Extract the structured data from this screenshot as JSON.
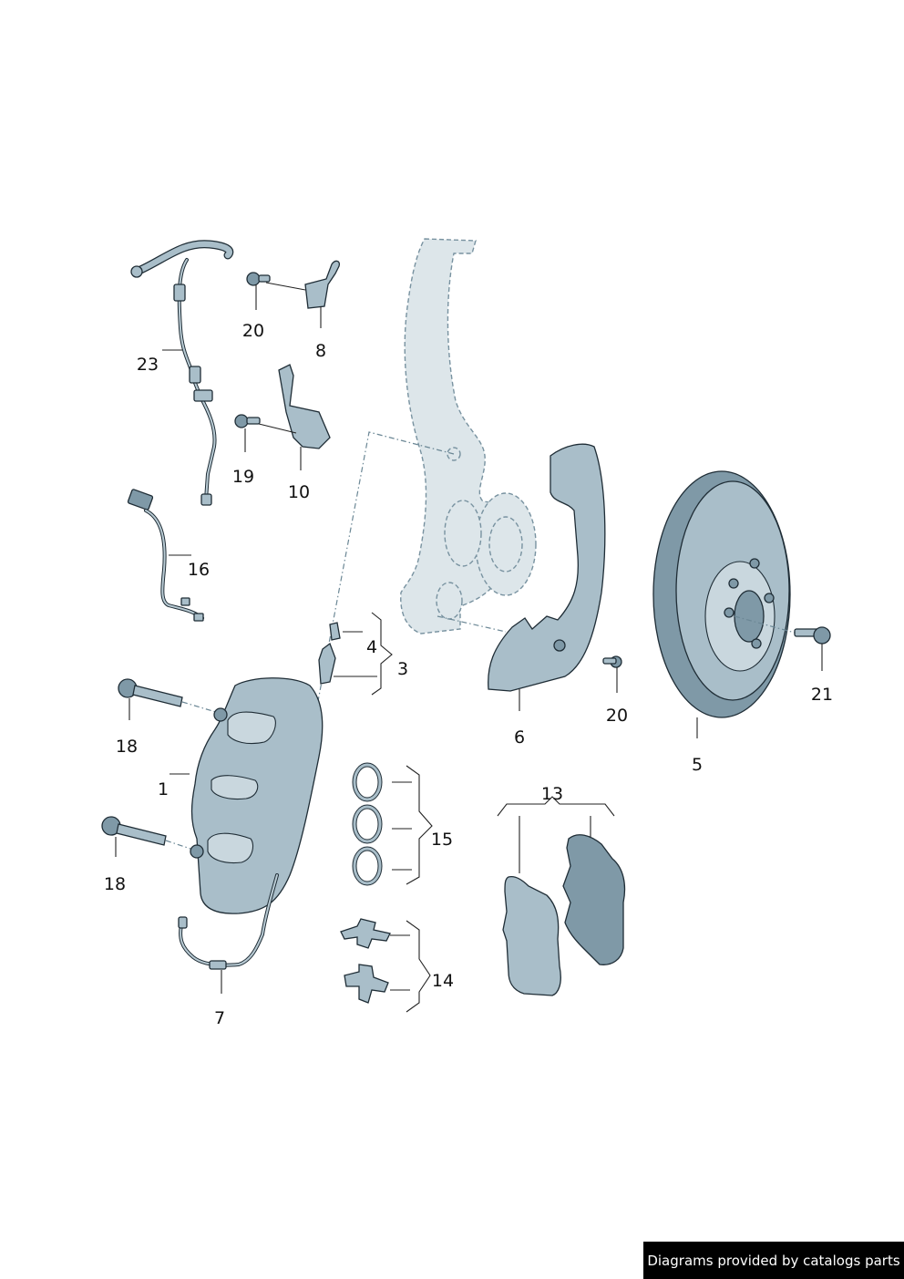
{
  "callouts": {
    "c1": "1",
    "c3": "3",
    "c4": "4",
    "c5": "5",
    "c6": "6",
    "c7": "7",
    "c8": "8",
    "c10": "10",
    "c13": "13",
    "c14": "14",
    "c15": "15",
    "c16": "16",
    "c18a": "18",
    "c18b": "18",
    "c19": "19",
    "c20a": "20",
    "c20b": "20",
    "c21": "21",
    "c23": "23"
  },
  "credit": "Diagrams provided by catalogs parts",
  "colors": {
    "part_fill": "#a9bec9",
    "part_outline": "#1f2d36",
    "ghost_fill": "#dde6ea",
    "credit_bg": "#000000"
  }
}
